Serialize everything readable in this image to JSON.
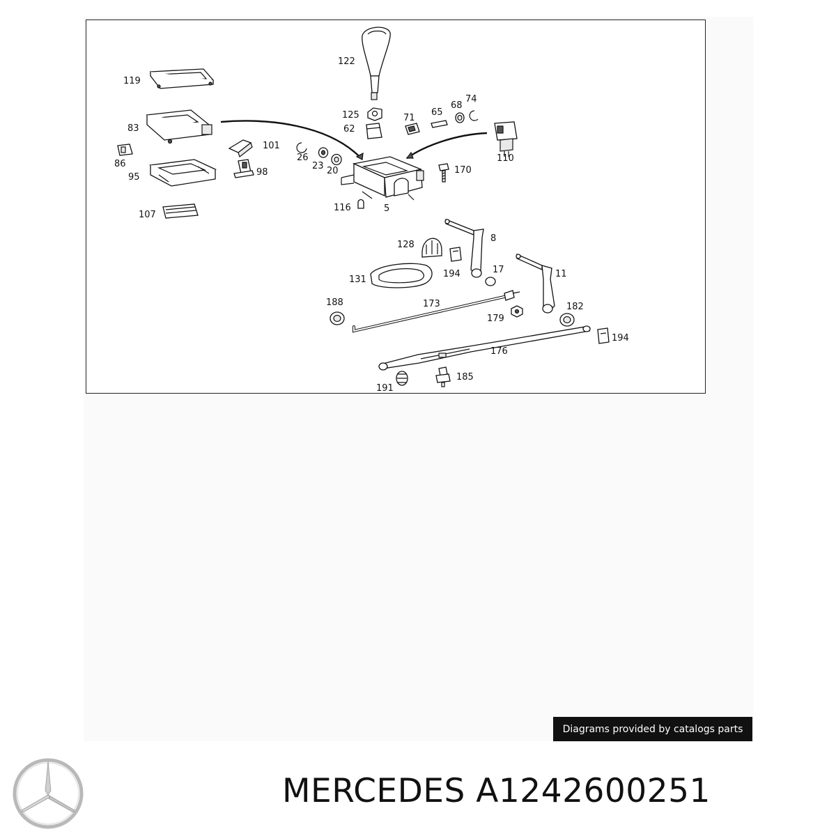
{
  "diagram": {
    "callouts": {
      "c119": "119",
      "c83": "83",
      "c86": "86",
      "c95": "95",
      "c107": "107",
      "c101": "101",
      "c98": "98",
      "c122": "122",
      "c125": "125",
      "c62": "62",
      "c71": "71",
      "c65": "65",
      "c68": "68",
      "c74": "74",
      "c110": "110",
      "c26": "26",
      "c23": "23",
      "c20": "20",
      "c170": "170",
      "c116": "116",
      "c5": "5",
      "c128": "128",
      "c8": "8",
      "c194a": "194",
      "c17": "17",
      "c11": "11",
      "c131": "131",
      "c188": "188",
      "c173": "173",
      "c182": "182",
      "c179": "179",
      "c194b": "194",
      "c176": "176",
      "c191": "191",
      "c185": "185"
    }
  },
  "credit": "Diagrams provided by catalogs parts",
  "brand": {
    "logo_icon": "mercedes-star-icon",
    "title": "MERCEDES A1242600251"
  }
}
